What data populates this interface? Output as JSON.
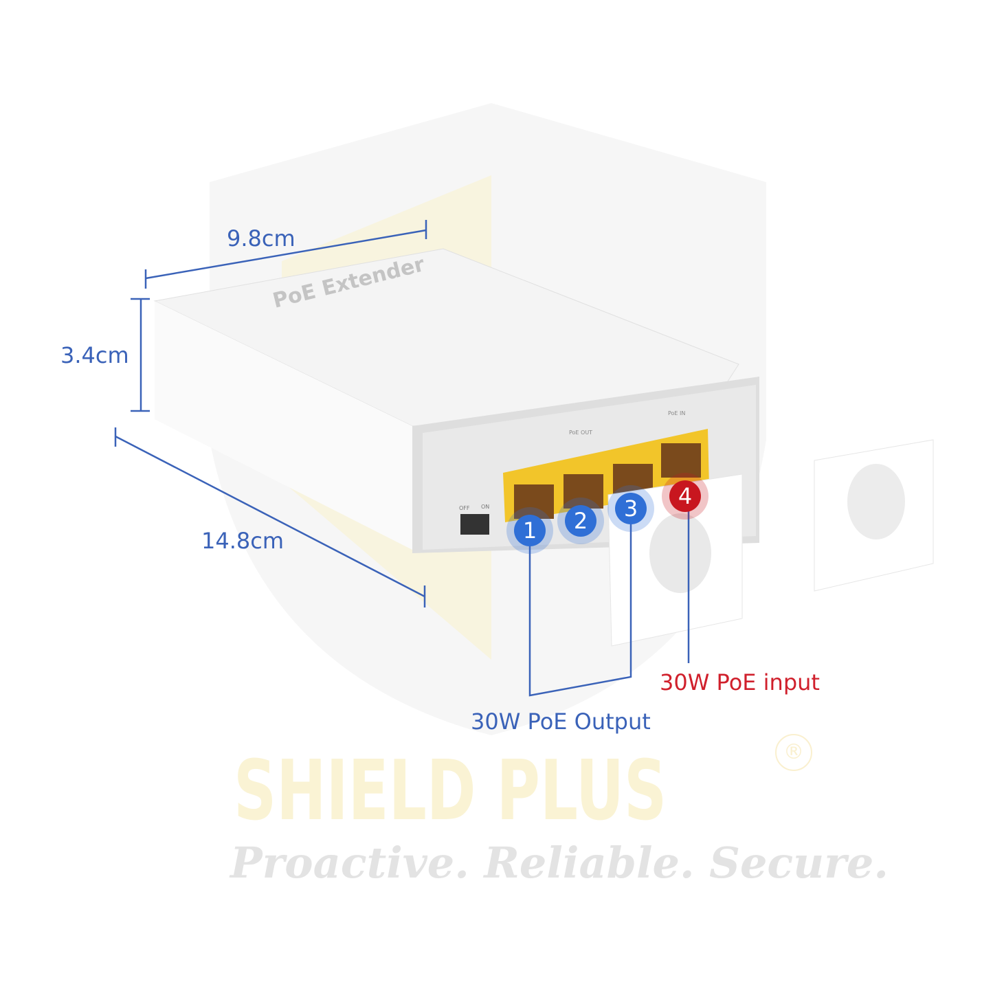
{
  "dimensions": {
    "width": "9.8cm",
    "height": "3.4cm",
    "depth": "14.8cm"
  },
  "device": {
    "top_label": "PoE Extender",
    "port_group_out": "PoE OUT",
    "port_group_in": "PoE IN",
    "switch_off": "OFF",
    "switch_on": "ON",
    "ports": [
      {
        "number": "1",
        "color": "#2f6fd6"
      },
      {
        "number": "2",
        "color": "#2f6fd6"
      },
      {
        "number": "3",
        "color": "#2f6fd6"
      },
      {
        "number": "4",
        "color": "#c8161f"
      }
    ]
  },
  "callouts": {
    "output": "30W PoE Output",
    "input": "30W PoE input"
  },
  "watermark": {
    "brand": "SHIELD PLUS",
    "registered": "®",
    "tagline": "Proactive. Reliable. Secure."
  }
}
